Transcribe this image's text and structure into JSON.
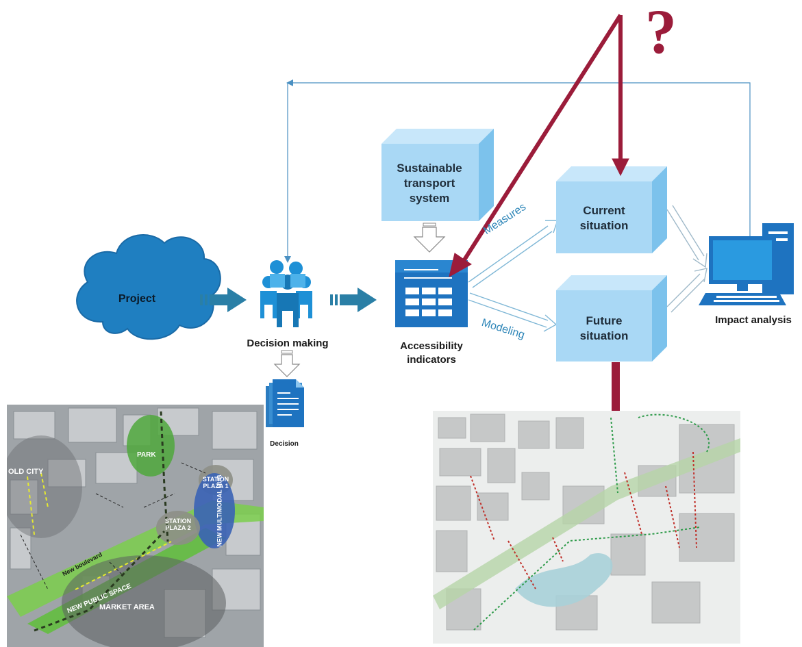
{
  "question_mark": "?",
  "nodes": {
    "project": "Project",
    "decision_making": "Decision making",
    "decision_doc": "Decision",
    "sustainable": "Sustainable transport system",
    "accessibility": "Accessibility indicators",
    "current": "Current situation",
    "future": "Future situation",
    "impact": "Impact analysis"
  },
  "edges": {
    "measures": "Measures",
    "modeling": "Modeling"
  },
  "left_map": {
    "old_city": "OLD CITY",
    "park": "PARK",
    "station_plaza_1": "STATION PLAZA 1",
    "new_multimodal_hub": "NEW MULTIMODAL HUB",
    "new_boulevard": "New boulevard",
    "new_public_space": "NEW PUBLIC SPACE",
    "station_plaza_2": "STATION PLAZA 2",
    "market_area": "MARKET AREA"
  },
  "colors": {
    "cloud": "#1f7fc1",
    "people": "#1e90d6",
    "box_face": "#a9d8f5",
    "box_top": "#c8e7fa",
    "box_side": "#7cc2ec",
    "teal_arrow": "#2a7fa6",
    "red_arrow": "#9b1c3a",
    "feedback_line": "#4a90c2",
    "edge_label": "#2e86b8"
  }
}
